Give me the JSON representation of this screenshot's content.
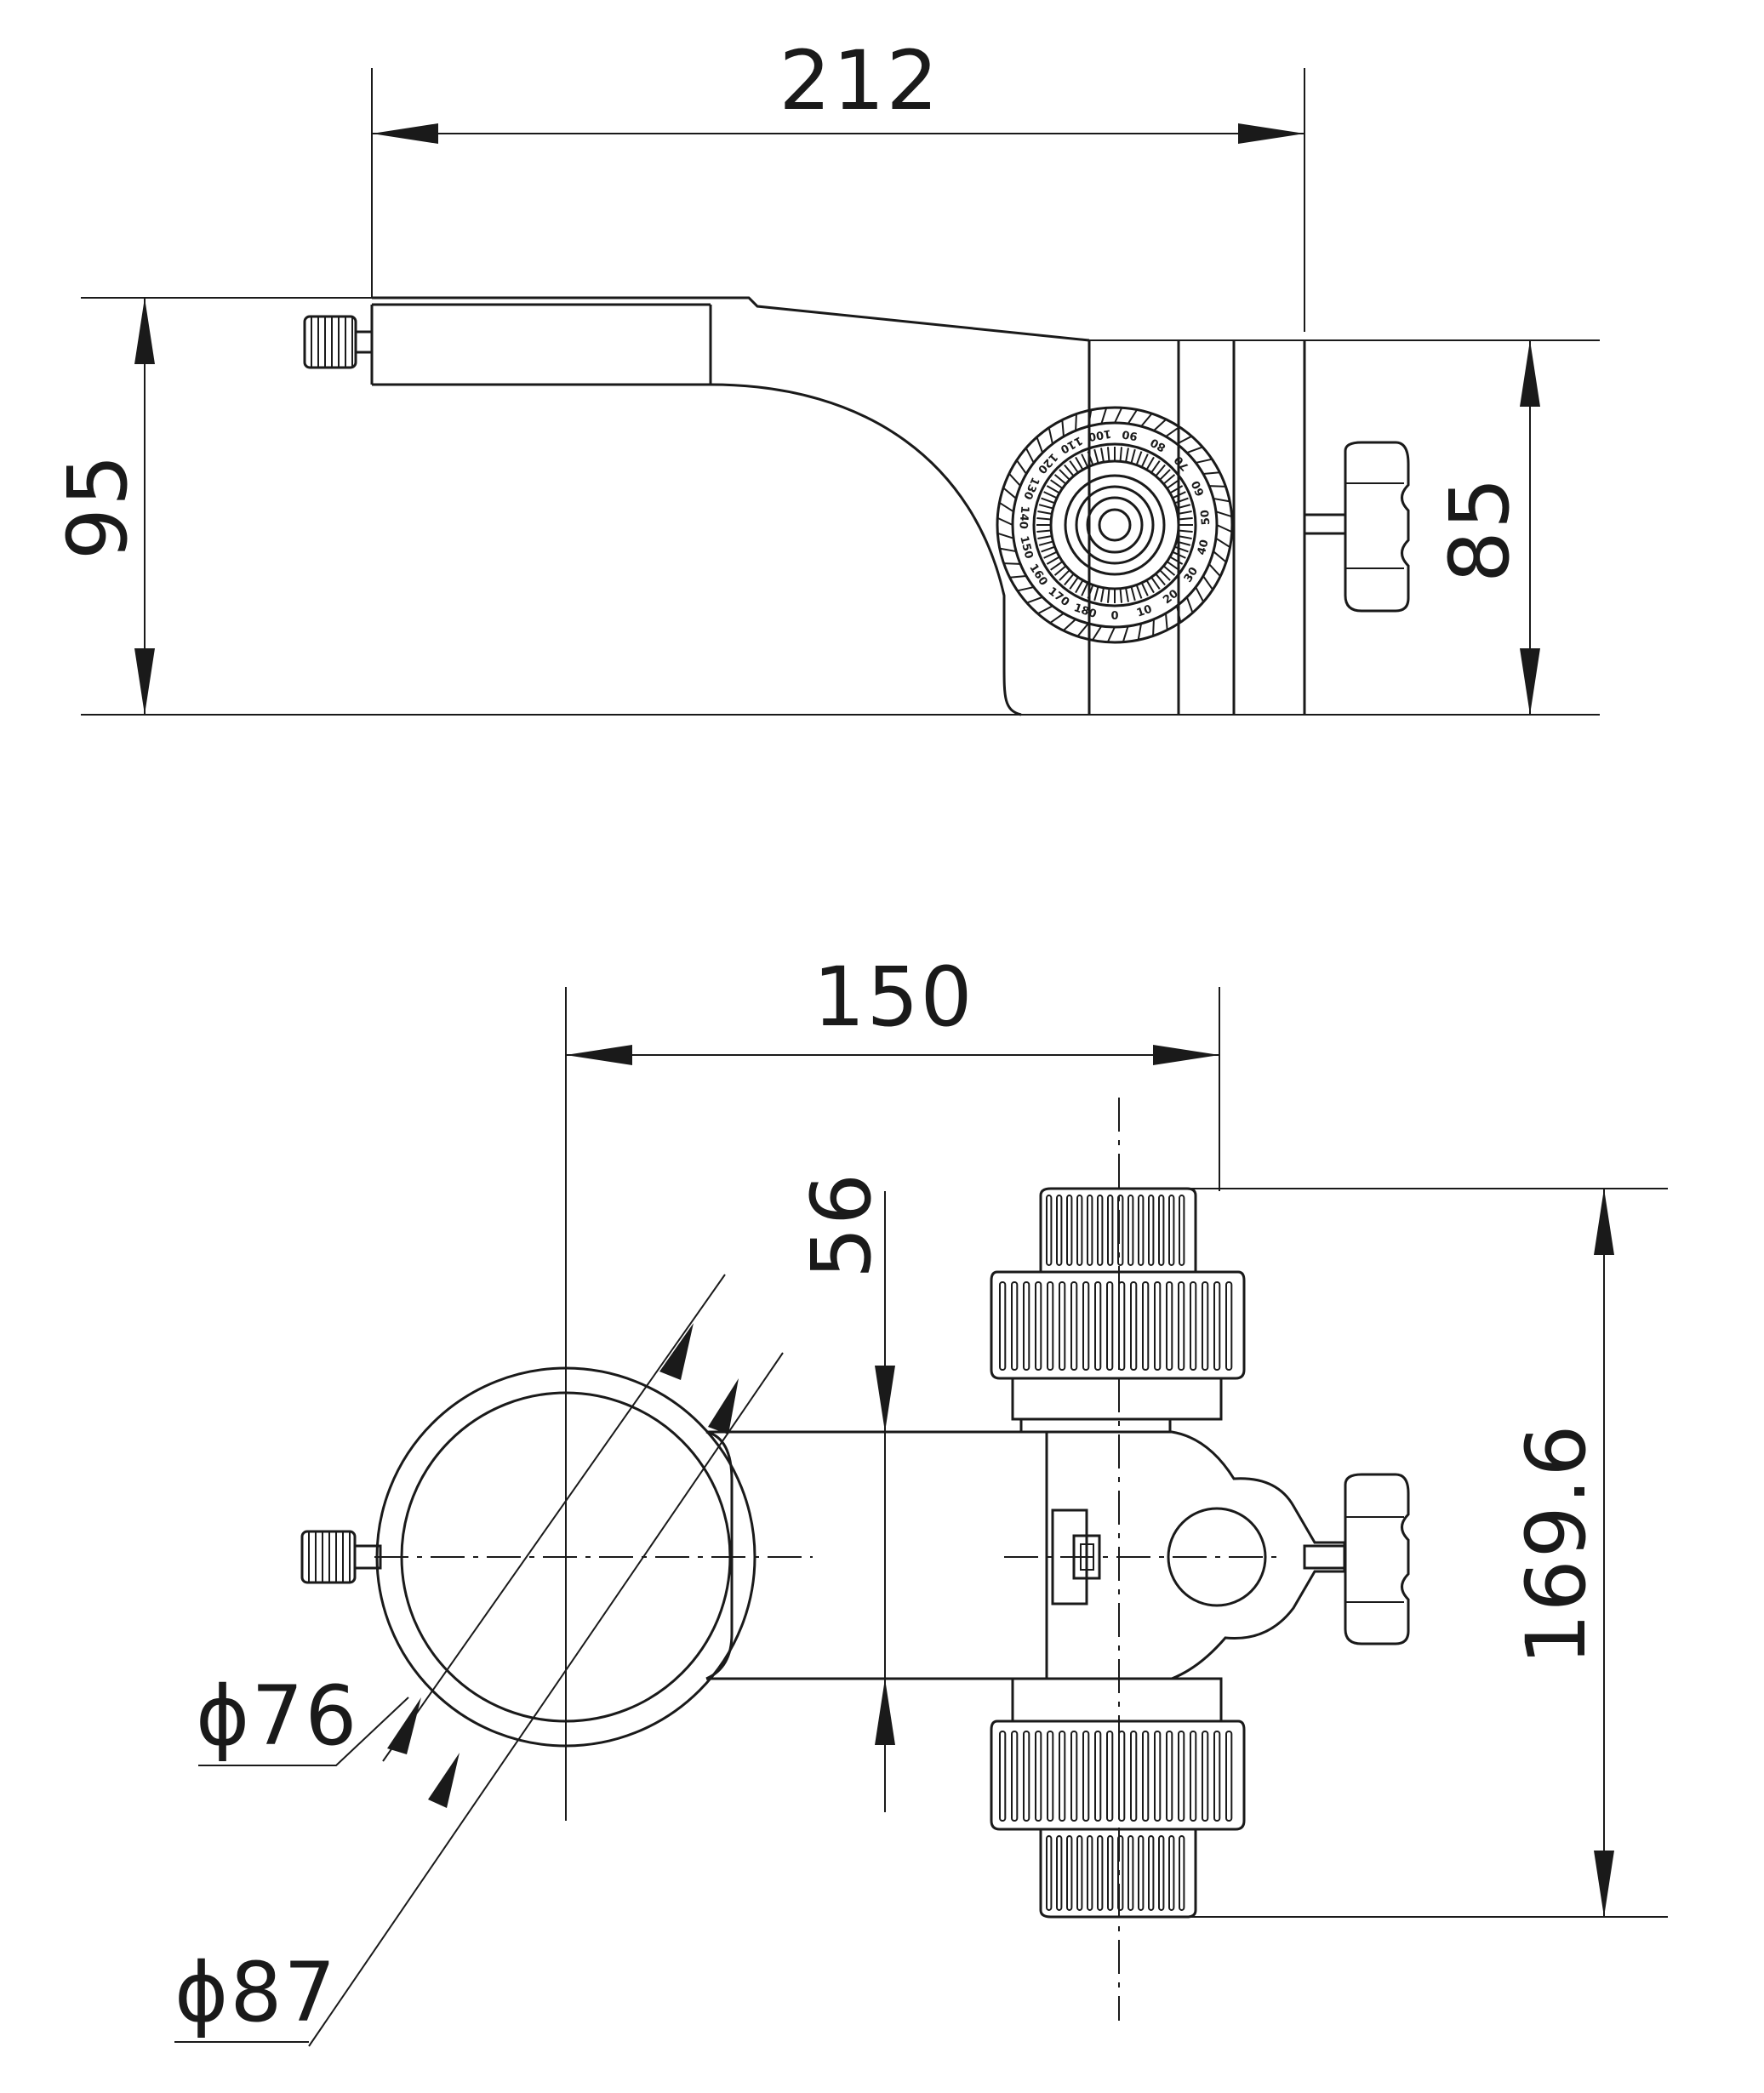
{
  "top_view": {
    "dim_width": "212",
    "dim_height_left": "95",
    "dim_height_right": "85",
    "dial_labels": [
      "0",
      "10",
      "20",
      "30",
      "40",
      "50",
      "60",
      "70",
      "80",
      "90",
      "100",
      "110",
      "120",
      "130",
      "140",
      "150",
      "160",
      "170",
      "180"
    ]
  },
  "bottom_view": {
    "dim_width": "150",
    "dim_gap": "56",
    "dim_height": "169.6",
    "dia_inner": "ϕ76",
    "dia_outer": "ϕ87"
  }
}
